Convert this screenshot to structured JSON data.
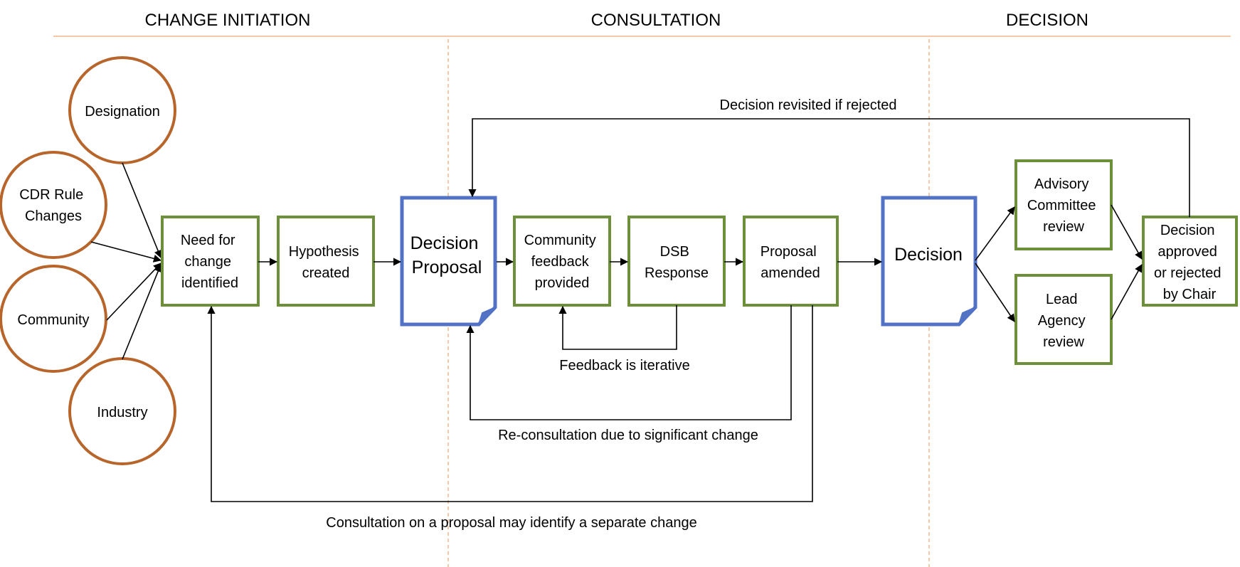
{
  "phases": {
    "initiation": "CHANGE INITIATION",
    "consultation": "CONSULTATION",
    "decision": "DECISION"
  },
  "sources": {
    "designation": [
      "Designation"
    ],
    "cdr_rule_changes": [
      "CDR Rule",
      "Changes"
    ],
    "community": [
      "Community"
    ],
    "industry": [
      "Industry"
    ]
  },
  "steps": {
    "need_for_change": [
      "Need for",
      "change",
      "identified"
    ],
    "hypothesis": [
      "Hypothesis",
      "created"
    ],
    "decision_proposal": [
      "Decision",
      "Proposal"
    ],
    "community_feedback": [
      "Community",
      "feedback",
      "provided"
    ],
    "dsb_response": [
      "DSB",
      "Response"
    ],
    "proposal_amended": [
      "Proposal",
      "amended"
    ],
    "decision": [
      "Decision"
    ],
    "advisory_review": [
      "Advisory",
      "Committee",
      "review"
    ],
    "lead_agency_review": [
      "Lead",
      "Agency",
      "review"
    ],
    "chair_decision": [
      "Decision",
      "approved",
      "or rejected",
      "by Chair"
    ]
  },
  "edge_labels": {
    "revisited": "Decision revisited if rejected",
    "iterative": "Feedback is iterative",
    "reconsultation": "Re-consultation due to significant change",
    "separate_change": "Consultation on a proposal may identify a separate change"
  },
  "colors": {
    "phase_rule": "#f2b58a",
    "source_circle": "#b8652b",
    "step_box": "#6e8f3a",
    "document": "#5272c6",
    "edge": "#000000"
  }
}
